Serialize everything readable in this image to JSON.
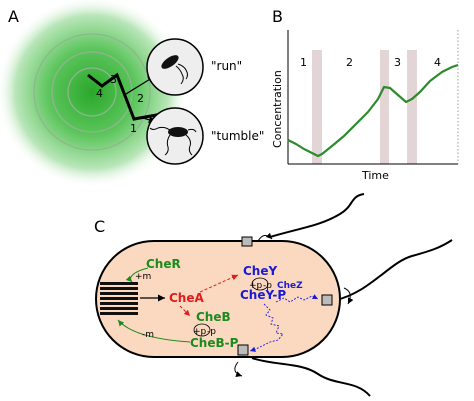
{
  "panel_a": {
    "letter": "A",
    "path_labels": [
      "1",
      "2",
      "3",
      "4"
    ],
    "run_label": "\"run\"",
    "tumble_label": "\"tumble\""
  },
  "panel_b": {
    "letter": "B",
    "ylabel": "Concentration",
    "xlabel": "Time",
    "phase_labels": [
      "1",
      "2",
      "3",
      "4"
    ]
  },
  "panel_c": {
    "letter": "C",
    "chea": "CheA",
    "cher": "CheR",
    "cheb": "CheB",
    "chebp": "CheB-P",
    "chey": "CheY",
    "cheyp": "CheY-P",
    "chez": "CheZ",
    "plus_m": "+m",
    "minus_m": "-m",
    "plus_p": "+p",
    "minus_p": "-p"
  },
  "colors": {
    "gradient_green": "#33b533",
    "line_green": "#2d8a2d",
    "band": "#e3d5d5",
    "cell_fill": "#fbd9c0",
    "cher_green": "#1c8a1c",
    "chea_red": "#e01b1b",
    "chey_blue": "#1a1ad6"
  },
  "chart_data": {
    "type": "line",
    "title": "",
    "xlabel": "Time",
    "ylabel": "Concentration",
    "phases": [
      "1",
      "2",
      "3",
      "4"
    ],
    "grid": false
  }
}
